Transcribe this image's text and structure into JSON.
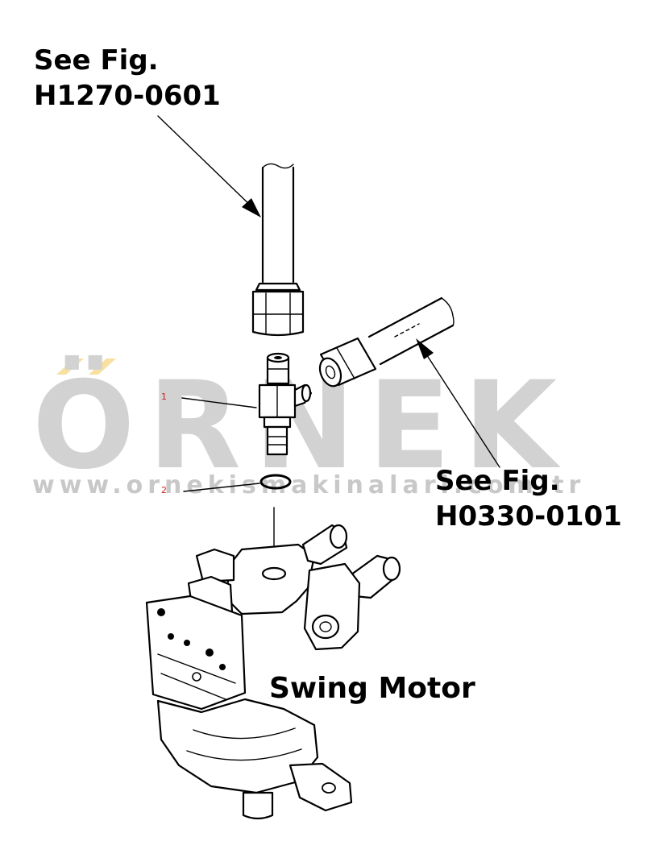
{
  "diagram": {
    "ref_top_line1": "See Fig.",
    "ref_top_line2": "H1270-0601",
    "ref_right_line1": "See Fig.",
    "ref_right_line2": "H0330-0101",
    "component_label": "Swing Motor",
    "callouts": [
      {
        "number": "1"
      },
      {
        "number": "2"
      }
    ]
  },
  "watermark": {
    "brand": "ÖRNEK",
    "url": "www.ornekismakinalari.com.tr"
  },
  "colors": {
    "watermark_gray": "#c9c9c9",
    "watermark_yellow": "#f7e0a0",
    "callout_red": "#d02020",
    "line": "#000000"
  }
}
